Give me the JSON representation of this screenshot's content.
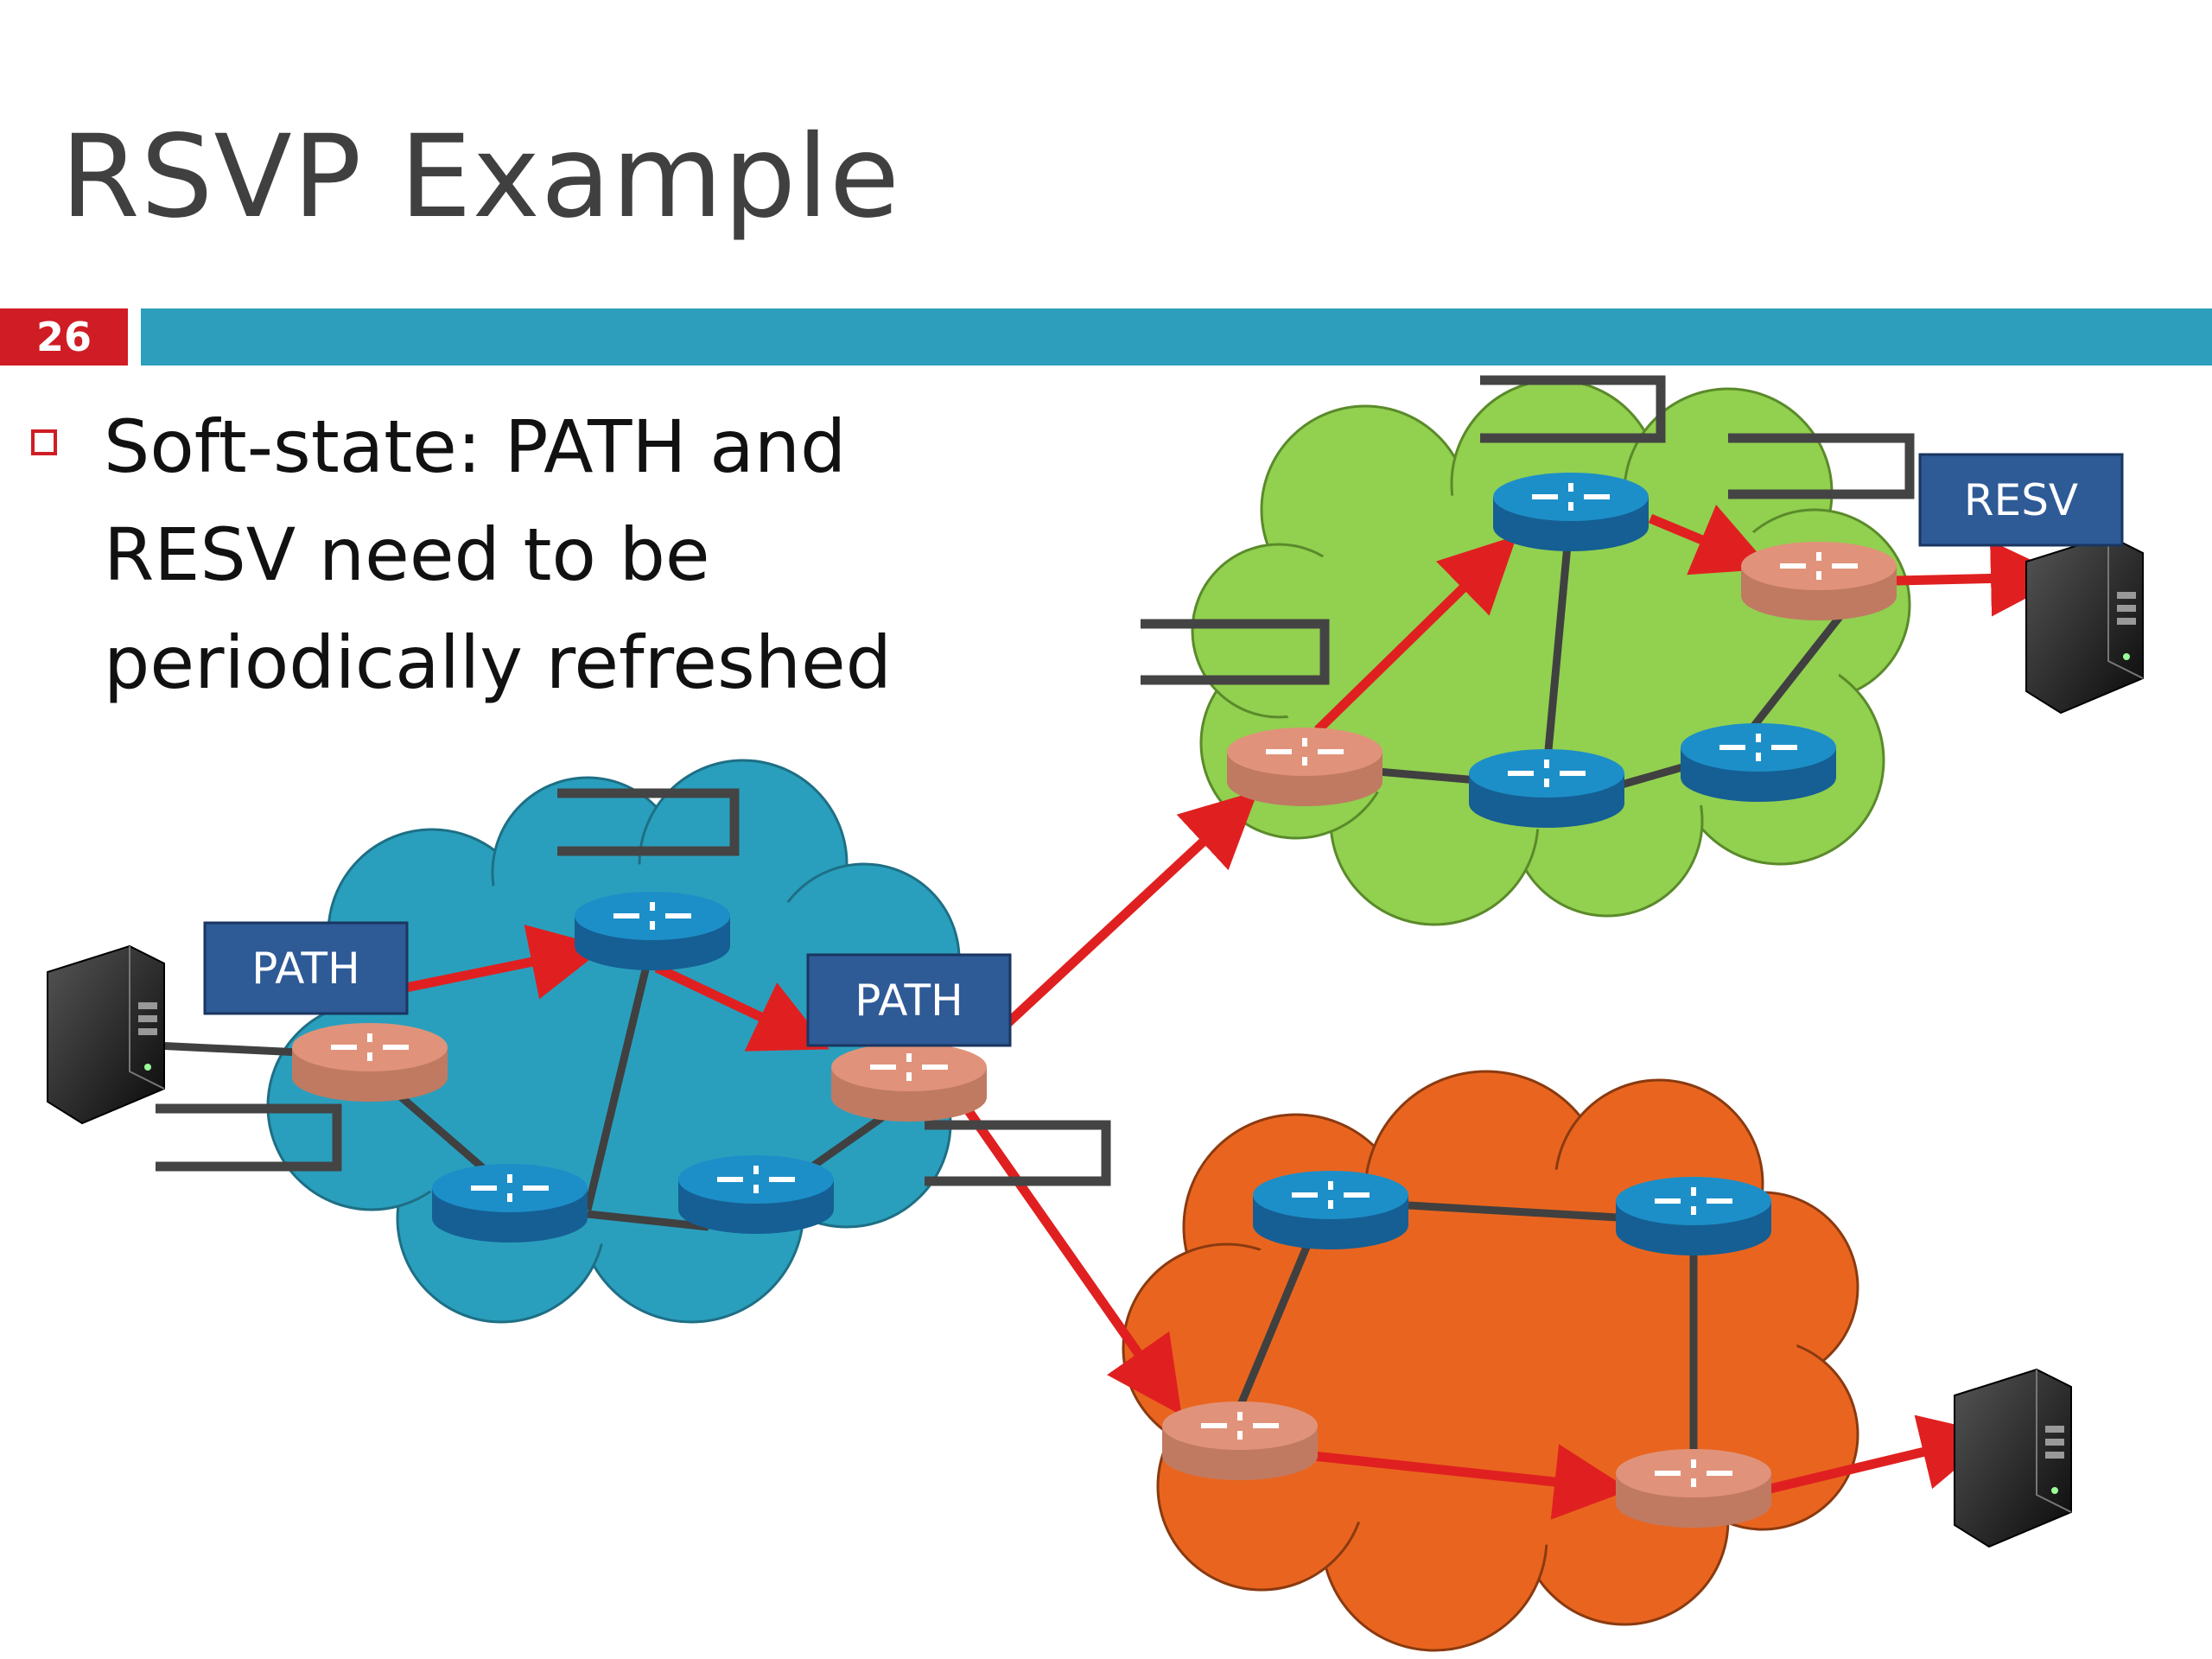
{
  "slide": {
    "title": "RSVP Example",
    "number": "26",
    "bullet": "Soft-state: PATH and RESV need to be periodically refreshed"
  },
  "labels": {
    "path1": "PATH",
    "path2": "PATH",
    "resv": "RESV"
  },
  "colors": {
    "accent_bar": "#2d9fbd",
    "slide_number_bg": "#d01c24",
    "cloud_blue": "#2a9fbd",
    "cloud_green": "#92d050",
    "cloud_orange": "#e9651f",
    "router_blue": "#1d8fc8",
    "router_orange": "#e0937a",
    "label_box": "#2e5a96",
    "arrow_red": "#e02020",
    "link_gray": "#404040"
  },
  "icons": [
    "server-icon",
    "router-icon",
    "state-bracket-icon"
  ]
}
